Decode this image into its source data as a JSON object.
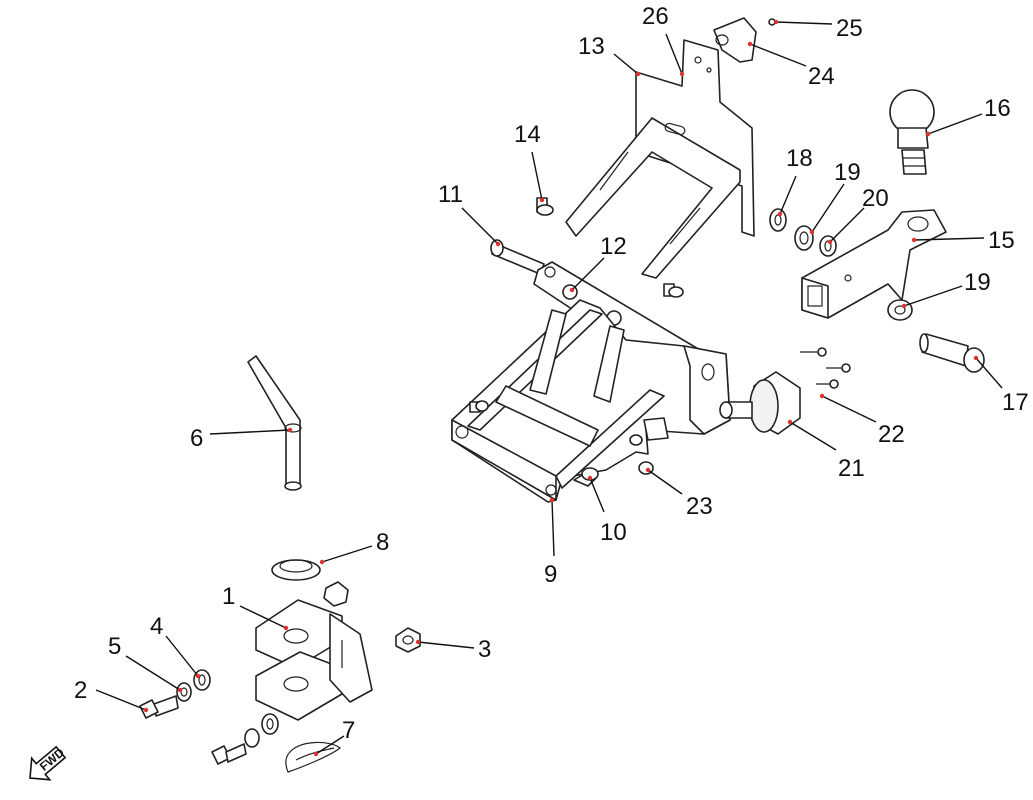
{
  "diagram": {
    "callouts": [
      "1",
      "2",
      "3",
      "4",
      "5",
      "6",
      "7",
      "8",
      "9",
      "10",
      "11",
      "12",
      "13",
      "14",
      "15",
      "16",
      "17",
      "18",
      "19",
      "19",
      "20",
      "21",
      "22",
      "23",
      "24",
      "25",
      "26"
    ],
    "direction_badge": "FWD"
  }
}
